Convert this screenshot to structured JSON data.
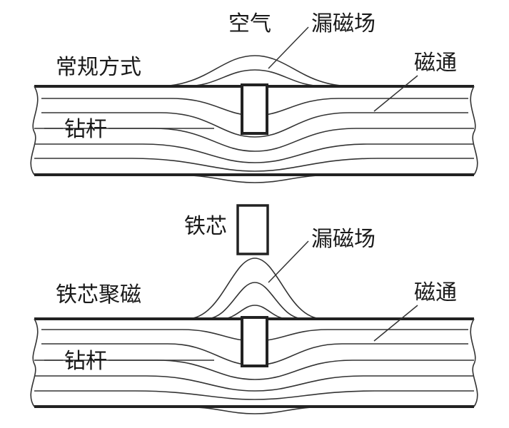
{
  "top_panel": {
    "air_label": "空气",
    "leakage_label": "漏磁场",
    "method_label": "常规方式",
    "flux_label": "磁通",
    "drill_pipe_label": "钻杆"
  },
  "bottom_panel": {
    "iron_core_label": "铁芯",
    "leakage_label": "漏磁场",
    "method_label": "铁芯聚磁",
    "flux_label": "磁通",
    "drill_pipe_label": "钻杆"
  },
  "colors": {
    "line": "#333333",
    "text": "#1a1a1a",
    "background": "#ffffff"
  }
}
